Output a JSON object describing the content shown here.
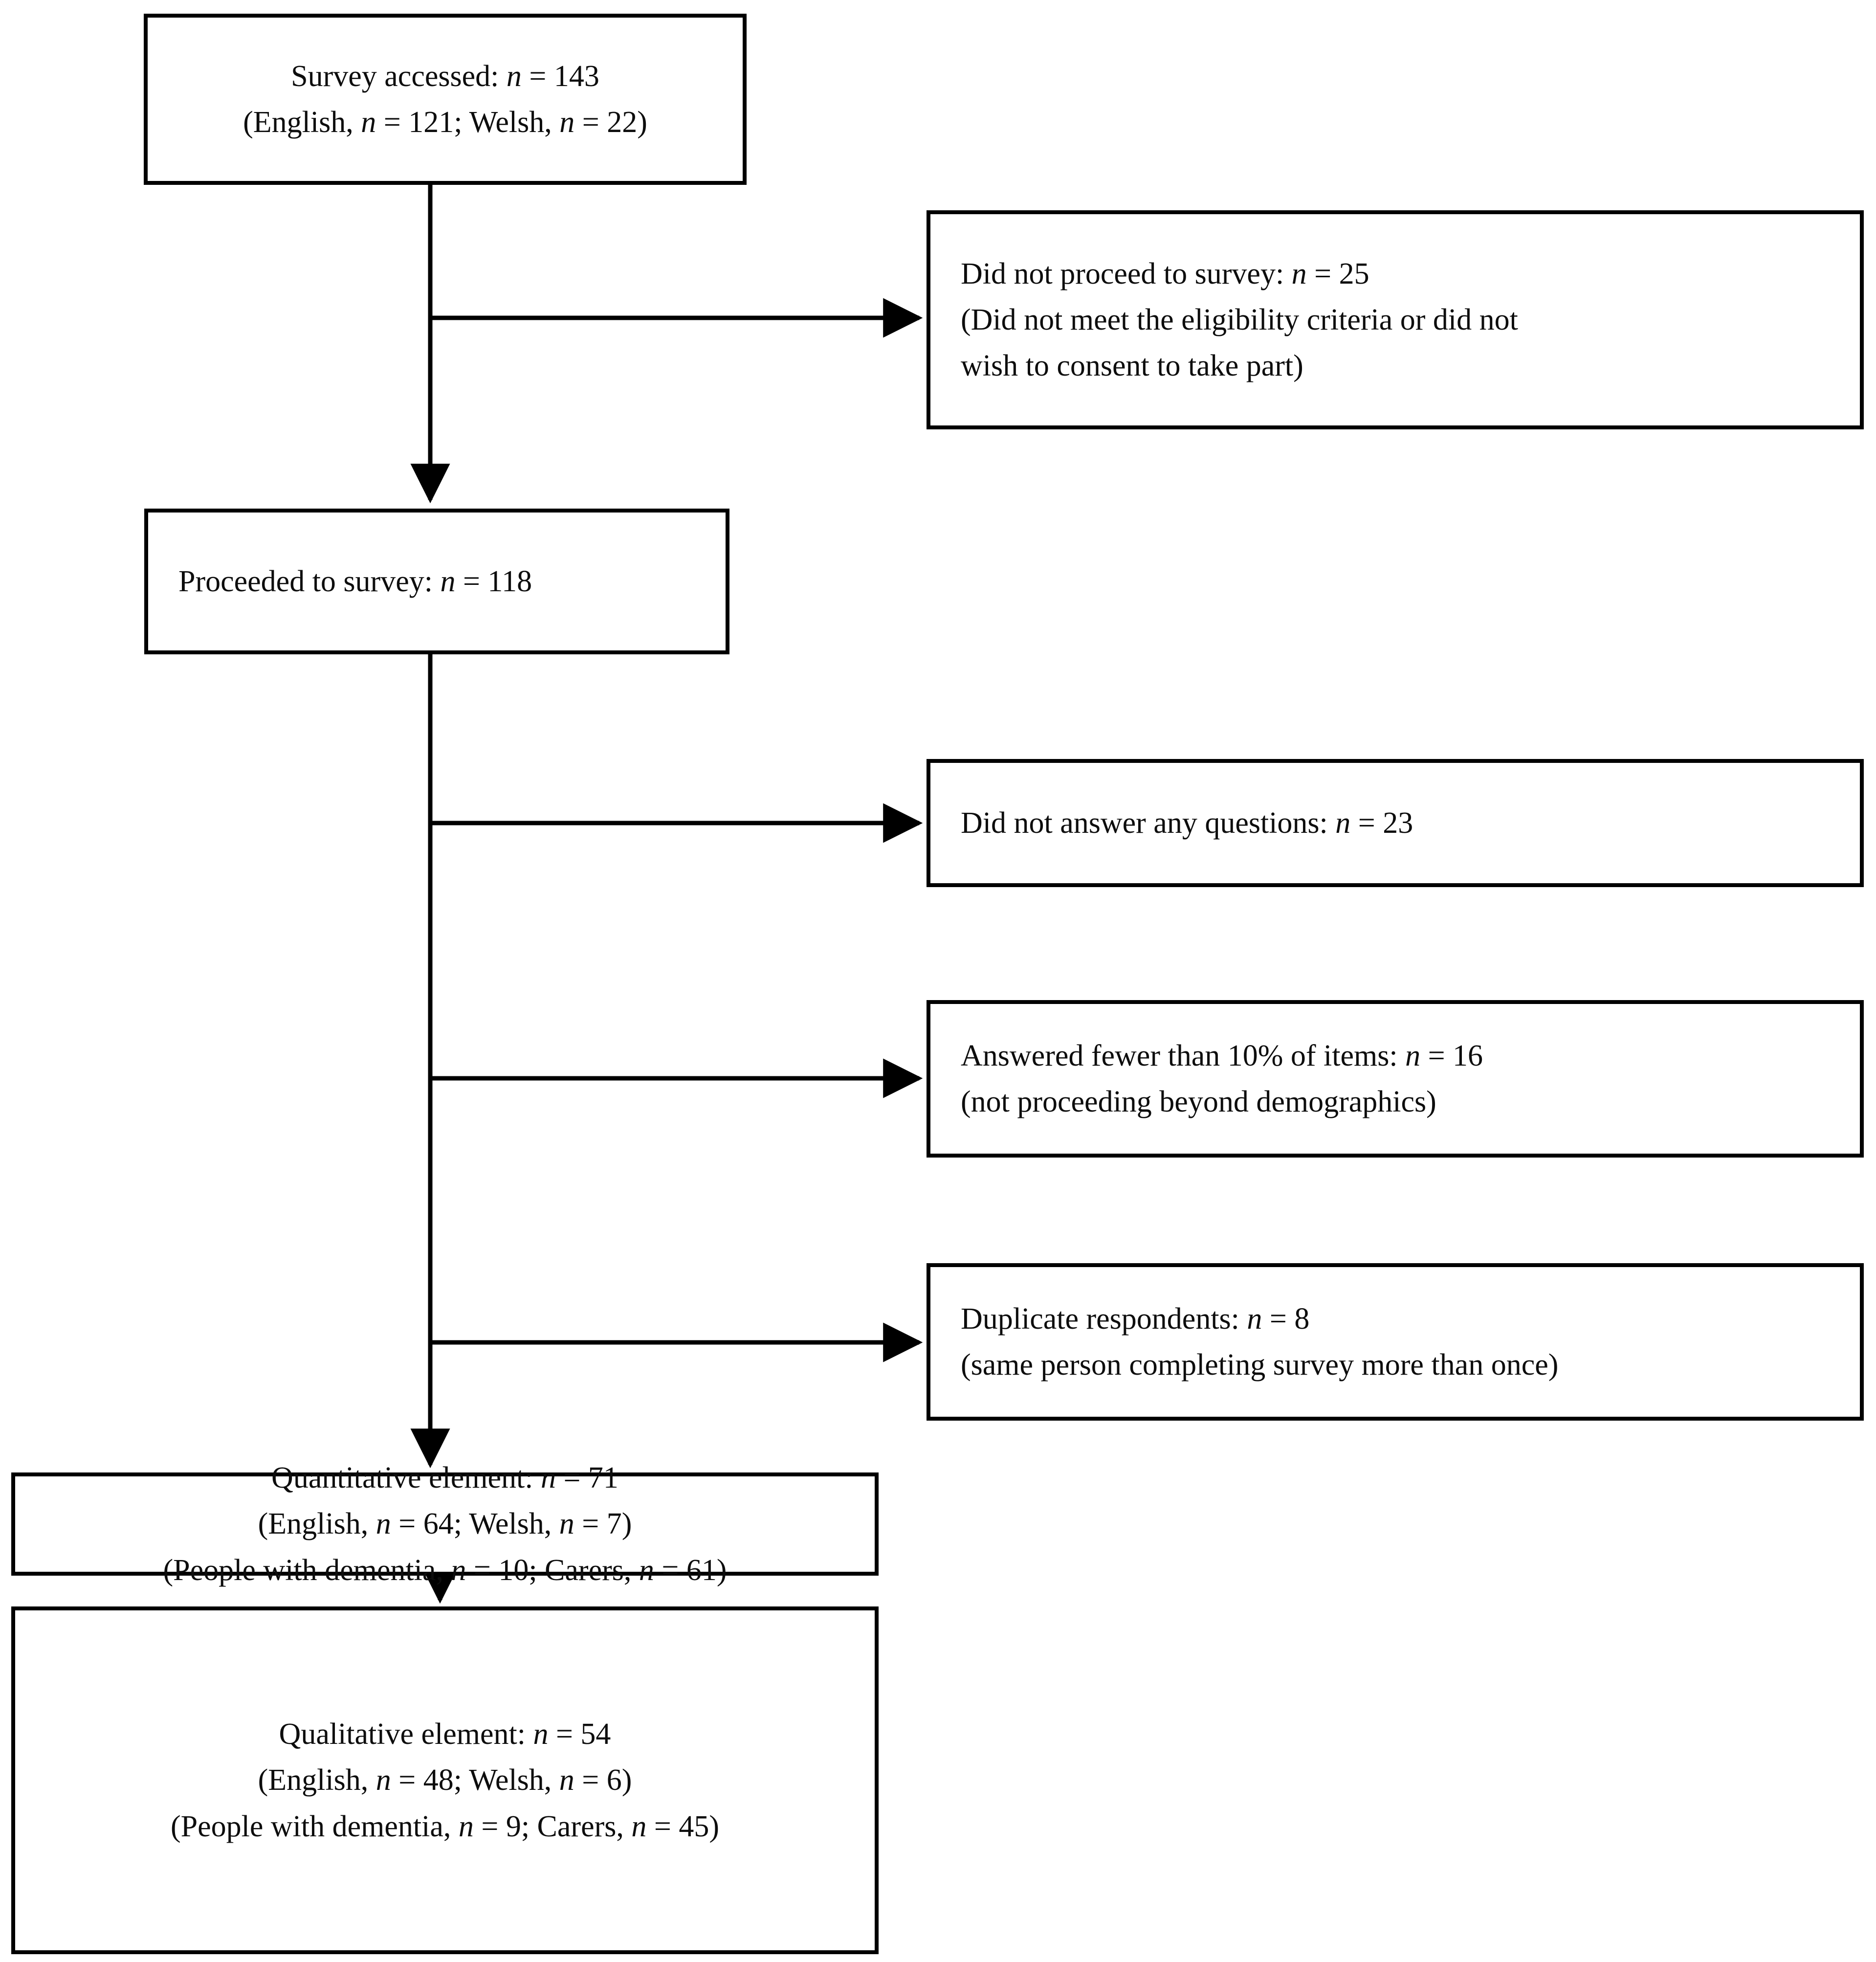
{
  "figure": {
    "type": "flowchart",
    "title": "Survey participant flow diagram",
    "orientation": "top-to-bottom with right-side exclusion branches",
    "line_color": "#000000",
    "box_border_color": "#000000",
    "background": "#ffffff"
  },
  "nodes": {
    "survey_accessed": {
      "id": "survey-accessed",
      "lines": [
        {
          "pre": "Survey accessed: ",
          "it": "n",
          "post": " = 143"
        },
        {
          "pre": "(English, ",
          "it": "n",
          "post": " = 121; Welsh, ",
          "it2": "n",
          "post2": " = 22)"
        }
      ],
      "n": 143,
      "english": 121,
      "welsh": 22
    },
    "did_not_proceed": {
      "id": "did-not-proceed-to-survey",
      "lines": [
        {
          "pre": "Did not proceed to survey: ",
          "it": "n",
          "post": " = 25"
        },
        {
          "pre": "(Did not meet the eligibility criteria or did not",
          "it": "",
          "post": ""
        },
        {
          "pre": "wish to consent to take part)",
          "it": "",
          "post": ""
        }
      ],
      "n": 25
    },
    "proceeded": {
      "id": "proceeded-to-survey",
      "lines": [
        {
          "pre": "Proceeded to survey: ",
          "it": "n",
          "post": " = 118"
        }
      ],
      "n": 118
    },
    "no_questions": {
      "id": "did-not-answer-any-questions",
      "lines": [
        {
          "pre": "Did not answer any questions: ",
          "it": "n",
          "post": " = 23"
        }
      ],
      "n": 23
    },
    "fewer_than_ten": {
      "id": "answered-fewer-than-10-percent",
      "lines": [
        {
          "pre": "Answered fewer than 10% of items: ",
          "it": "n",
          "post": " = 16"
        },
        {
          "pre": "(not proceeding beyond demographics)",
          "it": "",
          "post": ""
        }
      ],
      "n": 16
    },
    "duplicates": {
      "id": "duplicate-respondents",
      "lines": [
        {
          "pre": "Duplicate respondents: ",
          "it": "n",
          "post": " = 8"
        },
        {
          "pre": "(same person completing survey more than once)",
          "it": "",
          "post": ""
        }
      ],
      "n": 8
    },
    "quantitative": {
      "id": "quantitative-element",
      "lines": [
        {
          "pre": "Quantitative element: ",
          "it": "n",
          "post": " = 71"
        },
        {
          "pre": "(English, ",
          "it": "n",
          "post": " = 64; Welsh, ",
          "it2": "n",
          "post2": " = 7)"
        },
        {
          "pre": "(People with dementia, ",
          "it": "n",
          "post": " = 10; Carers, ",
          "it2": "n",
          "post2": " = 61)"
        }
      ],
      "n": 71,
      "english": 64,
      "welsh": 7,
      "people_with_dementia": 10,
      "carers": 61
    },
    "qualitative": {
      "id": "qualitative-element",
      "lines": [
        {
          "pre": "Qualitative element: ",
          "it": "n",
          "post": " = 54"
        },
        {
          "pre": "(English, ",
          "it": "n",
          "post": " = 48; Welsh, ",
          "it2": "n",
          "post2": " = 6)"
        },
        {
          "pre": "(People with dementia, ",
          "it": "n",
          "post": " = 9; Carers, ",
          "it2": "n",
          "post2": " = 45)"
        }
      ],
      "n": 54,
      "english": 48,
      "welsh": 6,
      "people_with_dementia": 9,
      "carers": 45
    }
  },
  "text": {
    "survey_accessed_l1": "Survey accessed: ",
    "survey_accessed_l1_n": "n",
    "survey_accessed_l1_val": " = 143",
    "survey_accessed_l2_a": "(English, ",
    "survey_accessed_l2_n1": "n",
    "survey_accessed_l2_b": " = 121; Welsh, ",
    "survey_accessed_l2_n2": "n",
    "survey_accessed_l2_c": " = 22)",
    "did_not_proceed_l1": "Did not proceed to survey: ",
    "did_not_proceed_l1_n": "n",
    "did_not_proceed_l1_val": " = 25",
    "did_not_proceed_l2": "(Did not meet the eligibility criteria or did not",
    "did_not_proceed_l3": "wish to consent to take part)",
    "proceeded_l1": "Proceeded to survey: ",
    "proceeded_l1_n": "n",
    "proceeded_l1_val": " = 118",
    "no_questions_l1": "Did not answer any questions: ",
    "no_questions_l1_n": "n",
    "no_questions_l1_val": " = 23",
    "fewer_l1": "Answered fewer than 10% of items: ",
    "fewer_l1_n": "n",
    "fewer_l1_val": " = 16",
    "fewer_l2": "(not proceeding beyond demographics)",
    "dup_l1": "Duplicate respondents: ",
    "dup_l1_n": "n",
    "dup_l1_val": " = 8",
    "dup_l2": "(same person completing survey more than once)",
    "quant_l1": "Quantitative element: ",
    "quant_l1_n": "n",
    "quant_l1_val": " = 71",
    "quant_l2_a": "(English, ",
    "quant_l2_n1": "n",
    "quant_l2_b": " = 64; Welsh, ",
    "quant_l2_n2": "n",
    "quant_l2_c": " = 7)",
    "quant_l3_a": "(People with dementia, ",
    "quant_l3_n1": "n",
    "quant_l3_b": " = 10; Carers, ",
    "quant_l3_n2": "n",
    "quant_l3_c": " = 61)",
    "qual_l1": "Qualitative element: ",
    "qual_l1_n": "n",
    "qual_l1_val": " = 54",
    "qual_l2_a": "(English, ",
    "qual_l2_n1": "n",
    "qual_l2_b": " = 48; Welsh, ",
    "qual_l2_n2": "n",
    "qual_l2_c": " = 6)",
    "qual_l3_a": "(People with dementia, ",
    "qual_l3_n1": "n",
    "qual_l3_b": " = 9; Carers, ",
    "qual_l3_n2": "n",
    "qual_l3_c": " = 45)"
  }
}
